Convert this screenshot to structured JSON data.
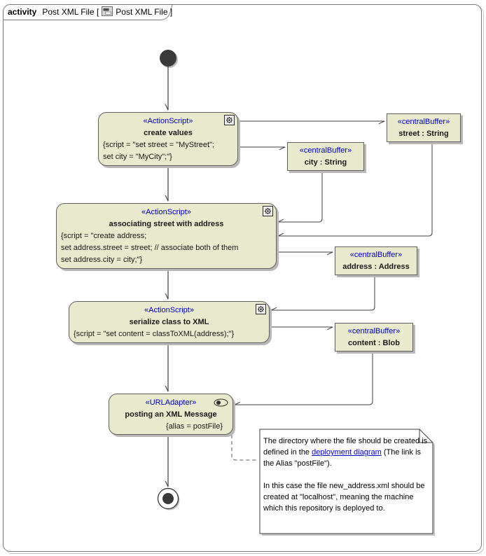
{
  "frame": {
    "keyword": "activity",
    "title_left": "Post XML File [",
    "title_right": "Post XML File ]"
  },
  "nodes": [
    {
      "stereotype": "«ActionScript»",
      "name": "create values",
      "script_lines": [
        "{script = \"set street = \"MyStreet\";",
        "set city = \"MyCity\";\"}"
      ]
    },
    {
      "stereotype": "«ActionScript»",
      "name": "associating street with address",
      "script_lines": [
        "{script = \"create address;",
        "set address.street = street; // associate both of them",
        "set address.city = city;\"}"
      ]
    },
    {
      "stereotype": "«ActionScript»",
      "name": "serialize class to XML",
      "script_lines": [
        "{script = \"set content = classToXML(address);\"}"
      ]
    },
    {
      "stereotype": "«URLAdapter»",
      "name": "posting an XML Message",
      "script_lines": [
        "{alias = postFile}"
      ]
    }
  ],
  "buffers": [
    {
      "stereotype": "«centralBuffer»",
      "name": "street : String"
    },
    {
      "stereotype": "«centralBuffer»",
      "name": "city : String"
    },
    {
      "stereotype": "«centralBuffer»",
      "name": "address : Address"
    },
    {
      "stereotype": "«centralBuffer»",
      "name": "content : Blob"
    }
  ],
  "note": {
    "p1a": "The directory where the file should be created is defined in the ",
    "link": "deployment diagram",
    "p1b": " (The link is the Alias \"postFile\").",
    "p2": "In this case the file new_address.xml should be created at \"localhost\", meaning the machine which this repository is deployed to."
  },
  "colors": {
    "node_fill": "#e9e9ce",
    "node_border": "#5f5f5f",
    "stereotype_blue": "#0000c8",
    "link_blue": "#0000cc",
    "edge": "#3f3f3f"
  }
}
